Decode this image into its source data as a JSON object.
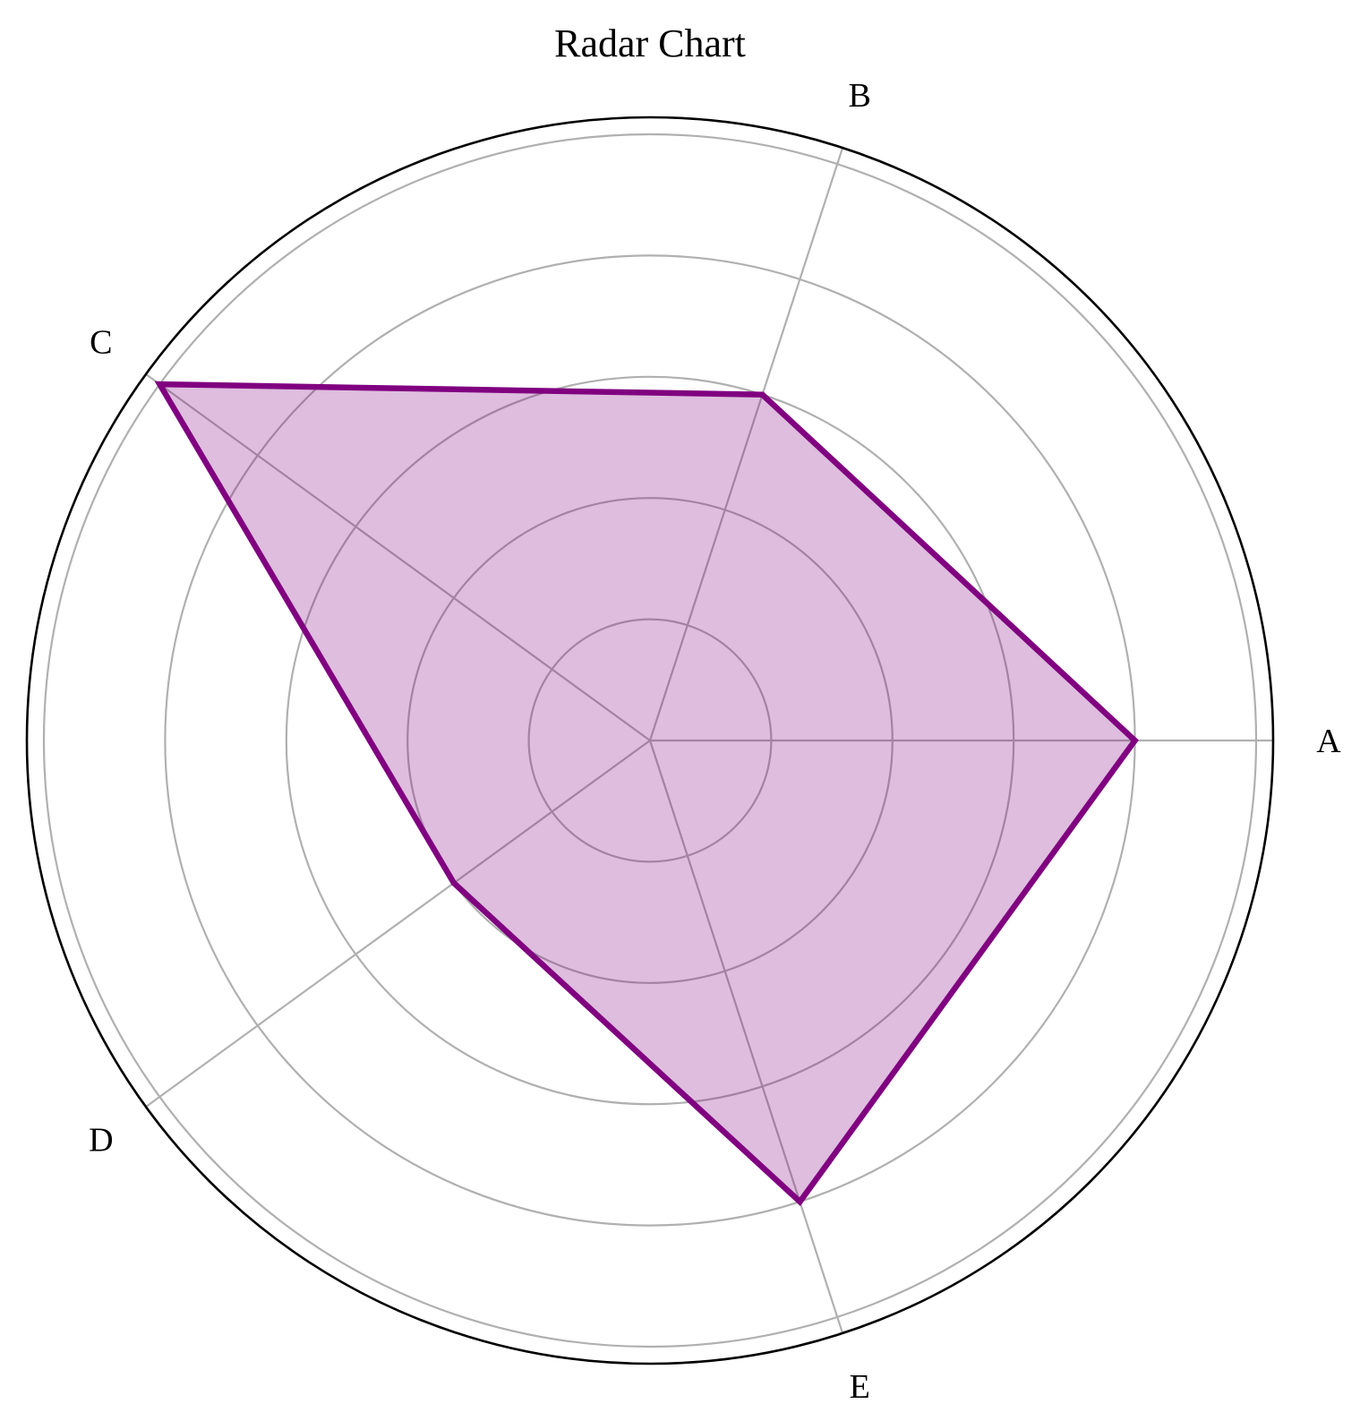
{
  "chart_data": {
    "type": "radar",
    "title": "Radar Chart",
    "categories": [
      "A",
      "B",
      "C",
      "D",
      "E"
    ],
    "series": [
      {
        "values": [
          4,
          3,
          5,
          2,
          4
        ]
      }
    ],
    "rlim": [
      0,
      5
    ],
    "r_gridlines": [
      1,
      2,
      3,
      4,
      5
    ],
    "r_tick_labels_visible": false,
    "grid": true,
    "colors": {
      "line": "#800080",
      "fill": "#800080",
      "grid": "#b0b0b0",
      "frame": "#000000"
    }
  }
}
